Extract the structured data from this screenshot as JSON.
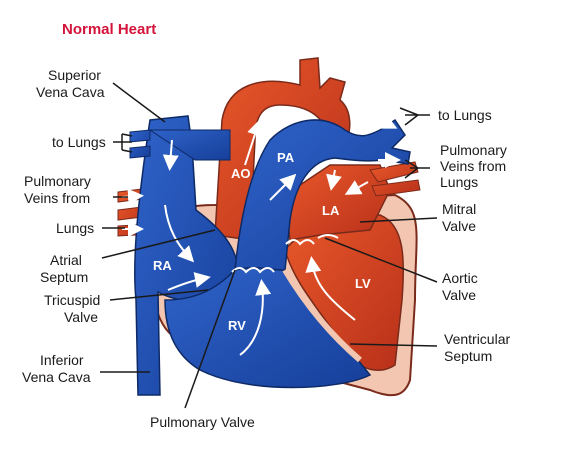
{
  "title": "Normal Heart",
  "colors": {
    "title": "#d4143a",
    "deoxygenated_blue": "#1f4fb5",
    "oxygenated_red": "#d8401c",
    "outline": "#7a2a1a",
    "wall_pink": "#f2c6b0"
  },
  "labels": {
    "svc_1": "Superior",
    "svc_2": "Vena Cava",
    "to_lungs_left": "to Lungs",
    "pv_left_1": "Pulmonary",
    "pv_left_2": "Veins from",
    "lungs_left": "Lungs",
    "atrial_1": "Atrial",
    "atrial_2": "Septum",
    "tricuspid_1": "Tricuspid",
    "tricuspid_2": "Valve",
    "ivc_1": "Inferior",
    "ivc_2": "Vena Cava",
    "pulmonary_valve": "Pulmonary Valve",
    "to_lungs_right": "to Lungs",
    "pv_right_1": "Pulmonary",
    "pv_right_2": "Veins from",
    "pv_right_3": "Lungs",
    "mitral_1": "Mitral",
    "mitral_2": "Valve",
    "aortic_1": "Aortic",
    "aortic_2": "Valve",
    "vent_1": "Ventricular",
    "vent_2": "Septum"
  },
  "chambers": {
    "ao": "AO",
    "pa": "PA",
    "la": "LA",
    "ra": "RA",
    "lv": "LV",
    "rv": "RV"
  }
}
